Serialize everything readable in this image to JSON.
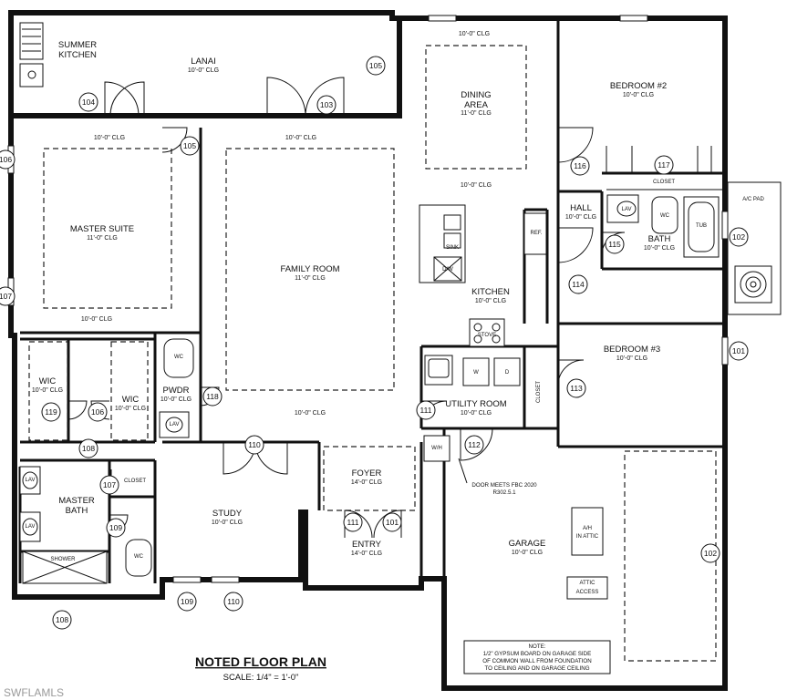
{
  "title": "NOTED FLOOR PLAN",
  "scale": "SCALE: 1/4\" = 1'-0\"",
  "watermark": "SWFLAMLS",
  "rooms": [
    {
      "name": "SUMMER",
      "name2": "KITCHEN",
      "ceiling": ""
    },
    {
      "name": "LANAI",
      "name2": "",
      "ceiling": "10'-0\" CLG"
    },
    {
      "name": "DINING",
      "name2": "AREA",
      "ceiling": "11'-0\" CLG"
    },
    {
      "name": "BEDROOM #2",
      "name2": "",
      "ceiling": "10'-0\" CLG"
    },
    {
      "name": "MASTER SUITE",
      "name2": "",
      "ceiling": "11'-0\" CLG"
    },
    {
      "name": "FAMILY ROOM",
      "name2": "",
      "ceiling": "11'-0\" CLG"
    },
    {
      "name": "HALL",
      "name2": "",
      "ceiling": "10'-0\" CLG"
    },
    {
      "name": "BATH",
      "name2": "",
      "ceiling": "10'-0\" CLG"
    },
    {
      "name": "KITCHEN",
      "name2": "",
      "ceiling": "10'-0\" CLG"
    },
    {
      "name": "BEDROOM #3",
      "name2": "",
      "ceiling": "10'-0\" CLG"
    },
    {
      "name": "WIC",
      "name2": "",
      "ceiling": "10'-0\" CLG"
    },
    {
      "name": "WIC",
      "name2": "",
      "ceiling": "10'-0\" CLG"
    },
    {
      "name": "PWDR",
      "name2": "",
      "ceiling": "10'-0\" CLG"
    },
    {
      "name": "UTILITY ROOM",
      "name2": "",
      "ceiling": "10'-0\" CLG"
    },
    {
      "name": "FOYER",
      "name2": "",
      "ceiling": "14'-0\" CLG"
    },
    {
      "name": "MASTER",
      "name2": "BATH",
      "ceiling": ""
    },
    {
      "name": "STUDY",
      "name2": "",
      "ceiling": "10'-0\" CLG"
    },
    {
      "name": "ENTRY",
      "name2": "",
      "ceiling": "14'-0\" CLG"
    },
    {
      "name": "GARAGE",
      "name2": "",
      "ceiling": "10'-0\" CLG"
    }
  ],
  "ceilings": [
    "10'-0\" CLG",
    "10'-0\" CLG",
    "10'-0\" CLG",
    "10'-0\" CLG",
    "10'-0\" CLG",
    "10'-0\" CLG"
  ],
  "tags": [
    "104",
    "103",
    "105",
    "105",
    "106",
    "107",
    "116",
    "117",
    "115",
    "114",
    "102",
    "101",
    "113",
    "111",
    "112",
    "118",
    "119",
    "106",
    "108",
    "107",
    "109",
    "110",
    "111",
    "101",
    "102",
    "109",
    "110",
    "108"
  ],
  "fixtures": {
    "wc": "WC",
    "lav": "LAV",
    "tub": "TUB",
    "ref": "REF.",
    "dw": "D/W",
    "sink": "SINK",
    "stove": "STOVE",
    "washer": "W",
    "dryer": "D",
    "closet": "CLOSET",
    "shower": "SHOWER",
    "wh": "W/H",
    "ac_pad": "A/C PAD",
    "ah1": "A/H",
    "ah2": "IN ATTIC",
    "attic1": "ATTIC",
    "attic2": "ACCESS"
  },
  "door_note": [
    "DOOR MEETS FBC 2020",
    "R302.5.1"
  ],
  "garage_note": [
    "NOTE:",
    "1/2\" GYPSUM BOARD ON GARAGE SIDE",
    "OF COMMON WALL FROM FOUNDATION",
    "TO CEILING AND ON GARAGE CEILING"
  ]
}
